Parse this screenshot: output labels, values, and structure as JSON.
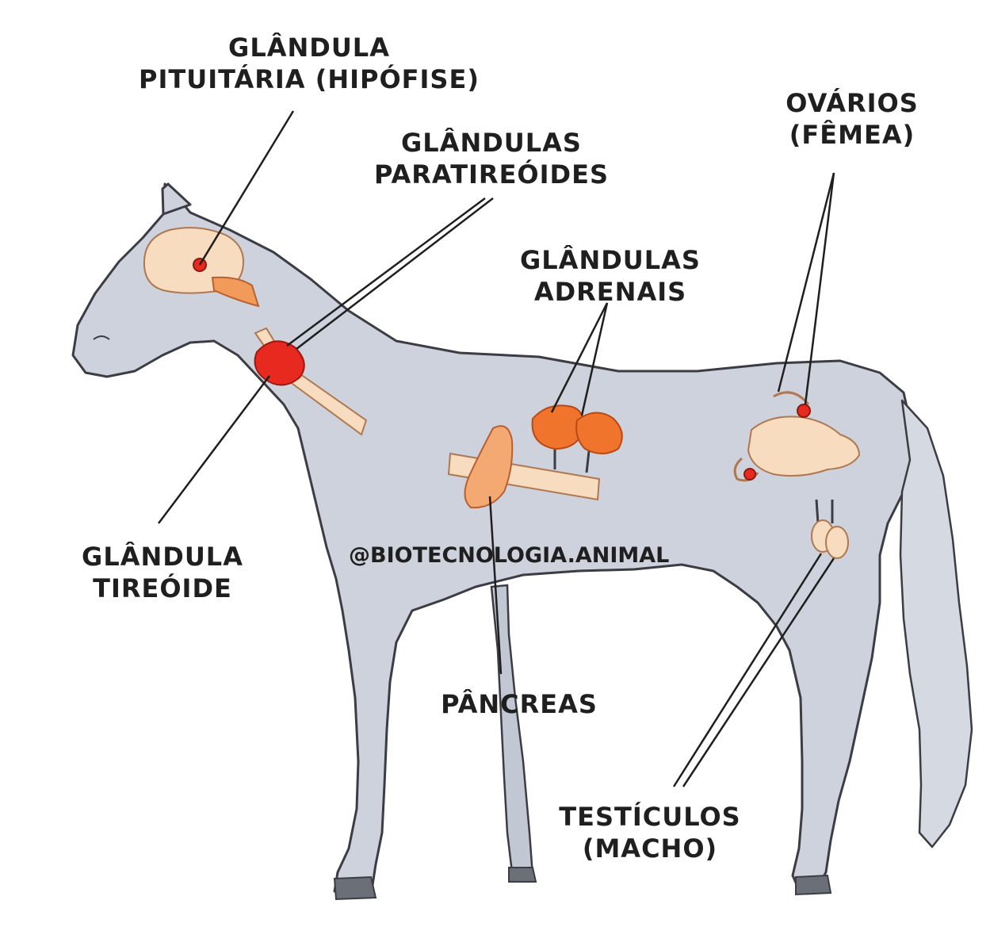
{
  "labels": {
    "pituitaria": [
      "GLÂNDULA",
      "PITUITÁRIA (HIPÓFISE)"
    ],
    "paratireoides": [
      "GLÂNDULAS",
      "PARATIREÓIDES"
    ],
    "ovarios": [
      "OVÁRIOS",
      "(FÊMEA)"
    ],
    "adrenais": [
      "GLÂNDULAS",
      "ADRENAIS"
    ],
    "tireoide": [
      "GLÂNDULA",
      "TIREÓIDE"
    ],
    "pancreas": [
      "PÂNCREAS"
    ],
    "testiculos": [
      "TESTÍCULOS",
      "(MACHO)"
    ]
  },
  "watermark": "@BIOTECNOLOGIA.ANIMAL",
  "colors": {
    "background": "#ffffff",
    "body": "#cdd2dc",
    "body_outline": "#3c3c44",
    "hoof": "#6b7078",
    "organ_pale": "#f7dcc0",
    "organ_orange": "#f0742c",
    "organ_red": "#e8291f",
    "text": "#1f1f1f"
  }
}
